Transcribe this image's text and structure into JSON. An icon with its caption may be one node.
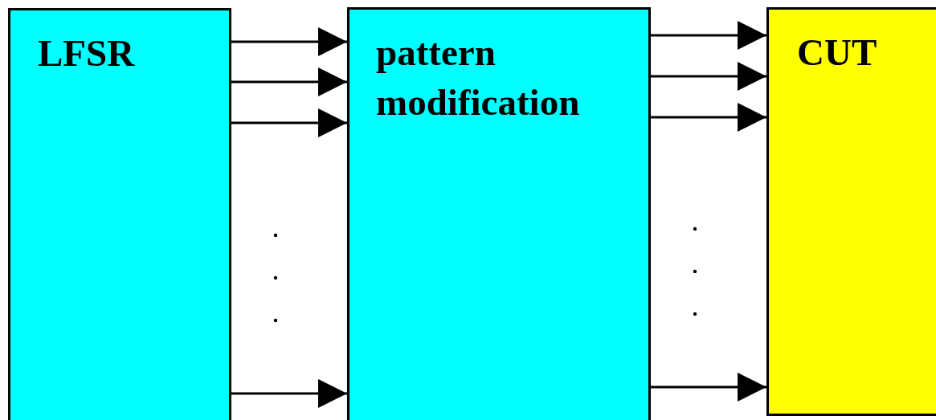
{
  "diagram": {
    "nodes": [
      {
        "text": [
          "LFSR"
        ]
      },
      {
        "text": [
          "pattern modification"
        ]
      },
      {
        "text": [
          "CUT"
        ]
      }
    ],
    "edges": [
      {
        "from": 0,
        "to": 1,
        "arrow": "to"
      },
      {
        "from": 0,
        "to": 1,
        "arrow": "to"
      },
      {
        "from": 0,
        "to": 1,
        "arrow": "to"
      },
      {
        "from": 0,
        "to": 1,
        "arrow": "to"
      },
      {
        "from": 1,
        "to": 2,
        "arrow": "to"
      },
      {
        "from": 1,
        "to": 2,
        "arrow": "to"
      },
      {
        "from": 1,
        "to": 2,
        "arrow": "to"
      },
      {
        "from": 1,
        "to": 2,
        "arrow": "to"
      }
    ]
  }
}
